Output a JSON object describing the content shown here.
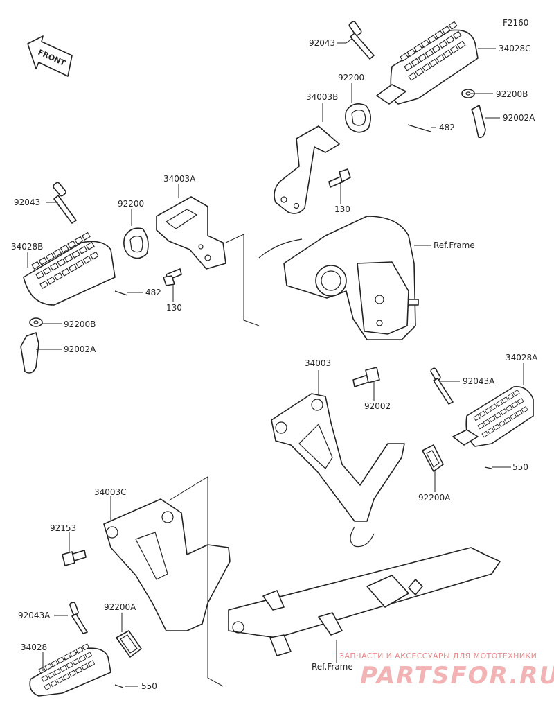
{
  "figure_code": "F2160",
  "front_label": "FRONT",
  "labels": {
    "pin_92043_top": "92043",
    "peg_34028C": "34028C",
    "spacer_92200_top": "92200",
    "bracket_34003B": "34003B",
    "washer_92200B_top": "92200B",
    "bolt_92002A_top": "92002A",
    "cotter_482_top": "482",
    "bolt_130_top": "130",
    "ref_frame_top": "Ref.Frame",
    "pin_92043_left": "92043",
    "spacer_92200_left": "92200",
    "bracket_34003A": "34003A",
    "peg_34028B": "34028B",
    "cotter_482_left": "482",
    "bolt_130_left": "130",
    "washer_92200B_left": "92200B",
    "bolt_92002A_left": "92002A",
    "bracket_34003": "34003",
    "bolt_92002": "92002",
    "peg_34028A": "34028A",
    "pin_92043A_right": "92043A",
    "cotter_550_right": "550",
    "spacer_92200A_right": "92200A",
    "bracket_34003C": "34003C",
    "bolt_92153": "92153",
    "pin_92043A_left": "92043A",
    "spacer_92200A_left": "92200A",
    "peg_34028": "34028",
    "cotter_550_left": "550",
    "ref_frame_bottom": "Ref.Frame"
  },
  "watermark": {
    "line1": "ЗАПЧАСТИ И АКСЕССУАРЫ ДЛЯ МОТОТЕХНИКИ",
    "line2": "PARTSFOR.RU"
  }
}
